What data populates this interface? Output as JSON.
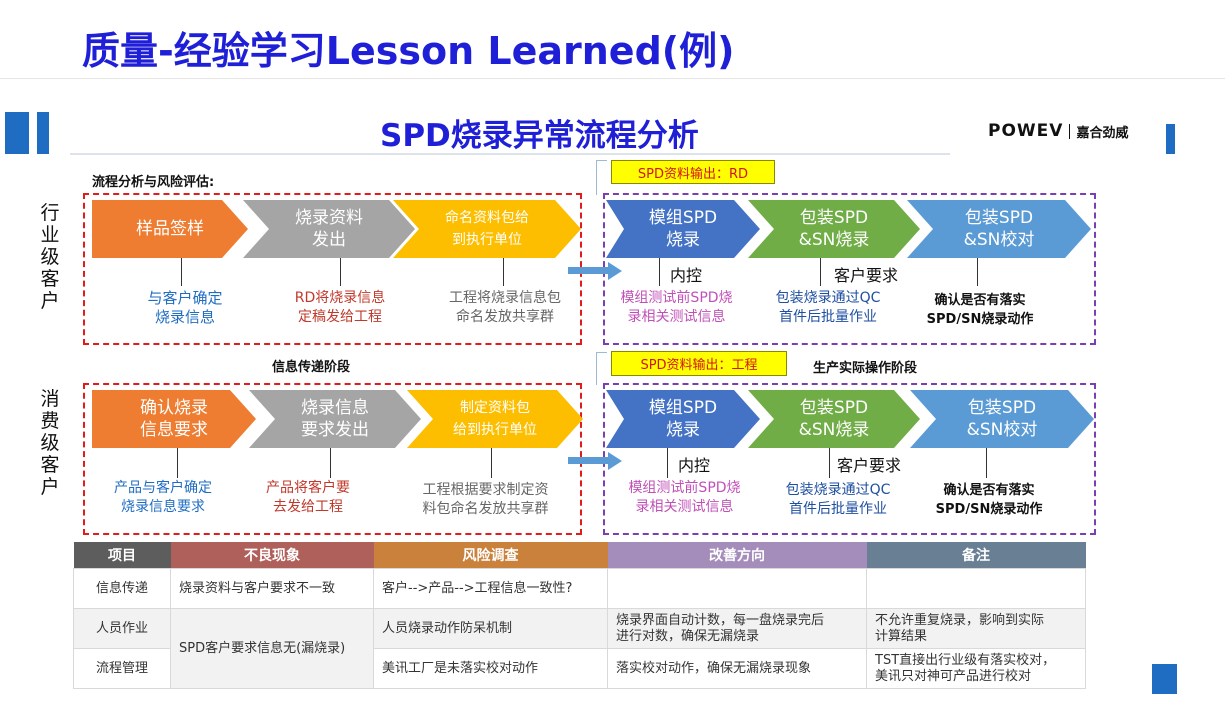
{
  "main_title": "质量-经验学习Lesson Learned(例)",
  "sub_title": "SPD烧录异常流程分析",
  "logo": {
    "main": "POWEV",
    "cn": "嘉合劲威"
  },
  "section_label": "流程分析与风险评估:",
  "phase_info": "信息传递阶段",
  "phase_prod": "生产实际操作阶段",
  "row_labels": {
    "industry": "行业级客户",
    "consumer": "消费级客户"
  },
  "tags": {
    "rd": "SPD资料输出：RD",
    "eng": "SPD资料输出：工程"
  },
  "industry": {
    "left_steps": [
      "样品签样",
      "烧录资料\n发出",
      "命名资料包给\n到执行单位"
    ],
    "left_notes": [
      "与客户确定\n烧录信息",
      "RD将烧录信息\n定稿发给工程",
      "工程将烧录信息包\n命名发放共享群"
    ],
    "right_steps": [
      "模组SPD\n烧录",
      "包装SPD\n&SN烧录",
      "包装SPD\n&SN校对"
    ],
    "mid_labels": [
      "内控",
      "客户要求"
    ],
    "right_notes": [
      "模组测试前SPD烧\n录相关测试信息",
      "包装烧录通过QC\n首件后批量作业",
      "确认是否有落实\nSPD/SN烧录动作"
    ]
  },
  "consumer": {
    "left_steps": [
      "确认烧录\n信息要求",
      "烧录信息\n要求发出",
      "制定资料包\n给到执行单位"
    ],
    "left_notes": [
      "产品与客户确定\n烧录信息要求",
      "产品将客户要\n去发给工程",
      "工程根据要求制定资\n料包命名发放共享群"
    ],
    "right_steps": [
      "模组SPD\n烧录",
      "包装SPD\n&SN烧录",
      "包装SPD\n&SN校对"
    ],
    "mid_labels": [
      "内控",
      "客户要求"
    ],
    "right_notes": [
      "模组测试前SPD烧\n录相关测试信息",
      "包装烧录通过QC\n首件后批量作业",
      "确认是否有落实\nSPD/SN烧录动作"
    ]
  },
  "table": {
    "headers": [
      "项目",
      "不良现象",
      "风险调查",
      "改善方向",
      "备注"
    ],
    "header_colors": [
      "#5d5d5d",
      "#b0605a",
      "#c9813c",
      "#a58dbb",
      "#687f94"
    ],
    "rows": [
      {
        "item": "信息传递",
        "defect": "烧录资料与客户要求不一致",
        "risk": "客户-->产品-->工程信息一致性?",
        "improve": "",
        "remark": ""
      },
      {
        "item": "人员作业",
        "defect": "SPD客户要求信息无(漏烧录)",
        "risk": "人员烧录动作防呆机制",
        "improve": "烧录界面自动计数，每一盘烧录完后\n进行对数，确保无漏烧录",
        "remark": "不允许重复烧录，影响到实际\n计算结果"
      },
      {
        "item": "流程管理",
        "defect": "",
        "risk": "美讯工厂是未落实校对动作",
        "improve": "落实校对动作，确保无漏烧录现象",
        "remark": "TST直接出行业级有落实校对，\n美讯只对神可产品进行校对"
      }
    ]
  },
  "colors": {
    "title_blue": "#1f1fd8",
    "orange": "#ee7d31",
    "gray": "#a5a5a5",
    "amber": "#fdbe00",
    "royal": "#4472c4",
    "green": "#70ad47",
    "sky": "#5b9bd5"
  }
}
